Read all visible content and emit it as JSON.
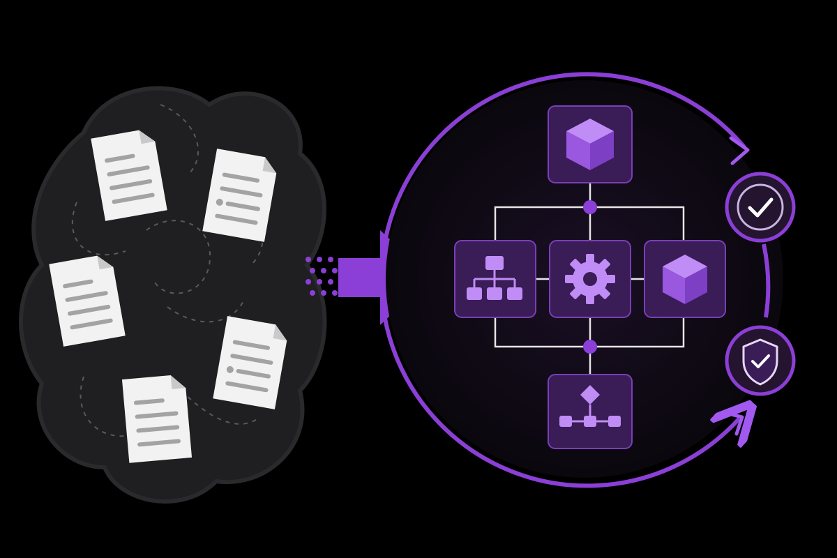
{
  "colors": {
    "background": "#000000",
    "cloud": "#1f1e20",
    "cloud_edge": "#2a292c",
    "document": "#f2f2f2",
    "document_fold": "#c9c9c9",
    "document_lines": "#a3a3a3",
    "dashed_path": "#5a5a5a",
    "accent": "#8b3fd6",
    "accent_bright": "#a259f0",
    "node_fill": "#3a1c56",
    "node_border": "#7a3fb8",
    "connector": "#e6e6e6",
    "badge_fill": "#24142f",
    "badge_check": "#ffffff"
  },
  "unstructured_cluster": {
    "documents": [
      {
        "id": "doc-1",
        "style": "lines"
      },
      {
        "id": "doc-2",
        "style": "bullets"
      },
      {
        "id": "doc-3",
        "style": "lines"
      },
      {
        "id": "doc-4",
        "style": "bullets"
      },
      {
        "id": "doc-5",
        "style": "lines"
      }
    ]
  },
  "flow_arrow": {
    "icon": "right-arrow-icon"
  },
  "structured_system": {
    "nodes": [
      {
        "id": "top-cube",
        "icon": "cube-icon"
      },
      {
        "id": "hierarchy",
        "icon": "org-chart-icon"
      },
      {
        "id": "engine",
        "icon": "gear-icon"
      },
      {
        "id": "right-cube",
        "icon": "cube-icon"
      },
      {
        "id": "workflow",
        "icon": "decision-flow-icon"
      }
    ],
    "badges": [
      {
        "id": "verified",
        "icon": "check-icon"
      },
      {
        "id": "secured",
        "icon": "shield-check-icon"
      }
    ]
  }
}
